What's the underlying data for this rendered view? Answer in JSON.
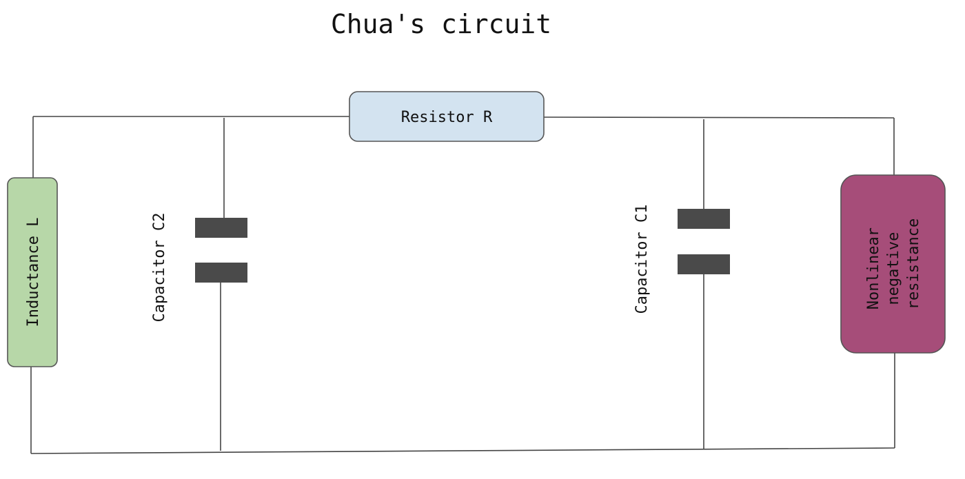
{
  "title": "Chua's circuit",
  "components": {
    "resistor": {
      "label": "Resistor R",
      "color": "#d3e3f0"
    },
    "inductor": {
      "label": "Inductance L",
      "color": "#b7d7a8"
    },
    "capacitor_c2": {
      "label": "Capacitor C2"
    },
    "capacitor_c1": {
      "label": "Capacitor C1"
    },
    "nonlinear": {
      "label_lines": [
        "Nonlinear",
        "negative",
        "resistance"
      ],
      "color": "#a64d79"
    }
  },
  "colors": {
    "wire": "#444444",
    "capacitor_plate": "#4a4a4a",
    "box_border": "#555555"
  }
}
